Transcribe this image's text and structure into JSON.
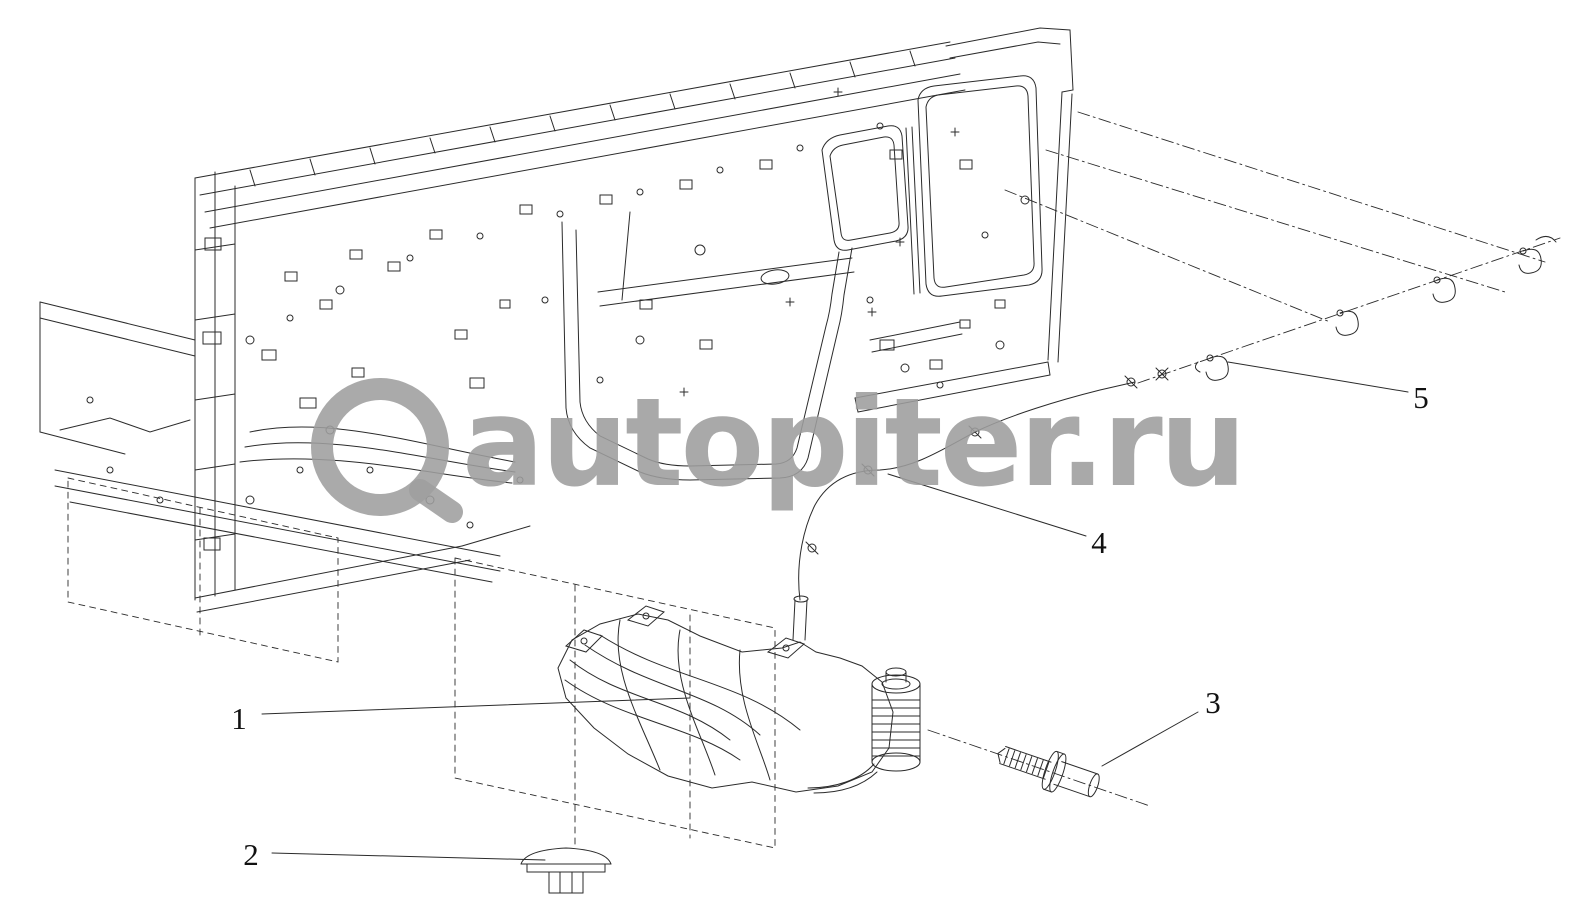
{
  "watermark": {
    "text": "autopiter.ru",
    "color": "#9e9e9e",
    "logo": "autopiter-ring-logo"
  },
  "diagram": {
    "line_color": "#2b2b2b",
    "type": "exploded-parts-drawing",
    "subject": "truck-cab-rear-panel-with-washer-reservoir"
  },
  "callouts": [
    {
      "label": "1",
      "part": "washer-fluid-reservoir"
    },
    {
      "label": "2",
      "part": "grommet-plug"
    },
    {
      "label": "3",
      "part": "flange-bolt"
    },
    {
      "label": "4",
      "part": "washer-hose"
    },
    {
      "label": "5",
      "part": "hose-clip-hooks"
    }
  ]
}
